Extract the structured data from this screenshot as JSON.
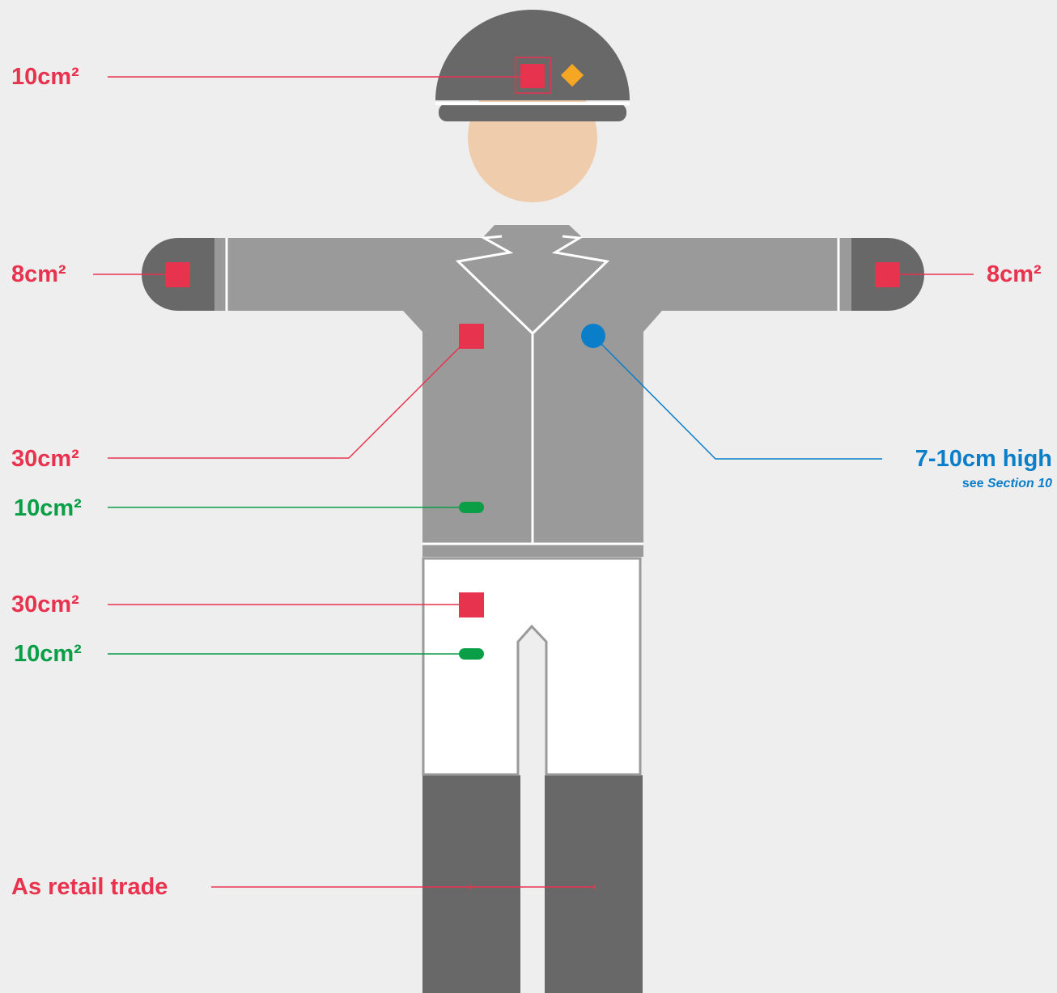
{
  "colors": {
    "background": "#eeeeee",
    "dark_grey": "#686868",
    "mid_grey": "#9a9a9a",
    "skin": "#efcdac",
    "red": "#e8334f",
    "green": "#0a9e47",
    "blue": "#0a7ec8",
    "orange": "#f5a623",
    "white": "#ffffff"
  },
  "labels": {
    "cap": "10cm²",
    "left_sleeve": "8cm²",
    "right_sleeve": "8cm²",
    "jacket_chest": "30cm²",
    "jacket_green": "10cm²",
    "breeches_red": "30cm²",
    "breeches_green": "10cm²",
    "boots": "As retail trade",
    "number_height": "7-10cm high",
    "see_prefix": "see ",
    "see_section": "Section 10"
  },
  "icons": {
    "cap_mark": "square-marker-icon",
    "cap_diamond": "diamond-marker-icon",
    "number_marker": "circle-marker-icon",
    "pill_marker": "pill-marker-icon"
  }
}
